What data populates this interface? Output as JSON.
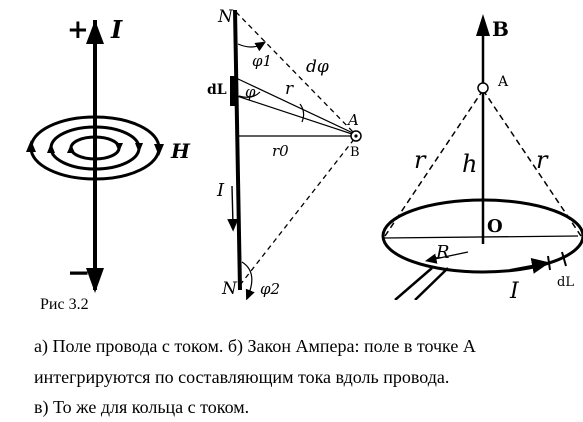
{
  "figure": {
    "label": "Рис 3.2",
    "caption_lines": [
      "а) Поле провода с током. б) Закон Ампера: поле в точке А",
      "интегрируются по составляющим тока вдоль провода.",
      "в) То же для кольца с током."
    ]
  },
  "panel_a": {
    "plus": "+",
    "minus": "−",
    "current": "I",
    "field": "H"
  },
  "panel_b": {
    "top_end": "N",
    "bottom_end": "N",
    "element": "dL",
    "angle_1": "φ1",
    "angle": "φ",
    "angle_2": "φ2",
    "differential": "dφ",
    "radius": "r",
    "distance": "r0",
    "point": "A",
    "field": "B",
    "current": "I"
  },
  "panel_c": {
    "field": "B",
    "point": "A",
    "slant_left": "r",
    "slant_right": "r",
    "height": "h",
    "center": "O",
    "radius": "R",
    "current": "I",
    "element": "dL"
  }
}
